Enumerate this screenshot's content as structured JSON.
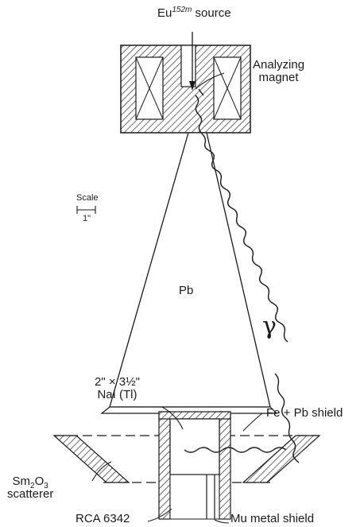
{
  "labels": {
    "source_element": "Eu",
    "source_mass": "152m",
    "source_word": "source",
    "magnet_line1": "Analyzing",
    "magnet_line2": "magnet",
    "scale_word": "Scale",
    "scale_value": "1\"",
    "pb": "Pb",
    "gamma": "γ",
    "crystal_line1": "2\" × 3½\"",
    "crystal_line2": "NaI (Tl)",
    "shield_fe_pb": "Fe + Pb shield",
    "scatterer_sm": "Sm",
    "scatterer_sub1": "2",
    "scatterer_o": "O",
    "scatterer_sub2": "3",
    "scatterer_word": "scatterer",
    "tube": "RCA 6342",
    "mu_shield": "Mu metal shield"
  },
  "colors": {
    "ink": "#1a1a1a",
    "background": "#ffffff"
  }
}
